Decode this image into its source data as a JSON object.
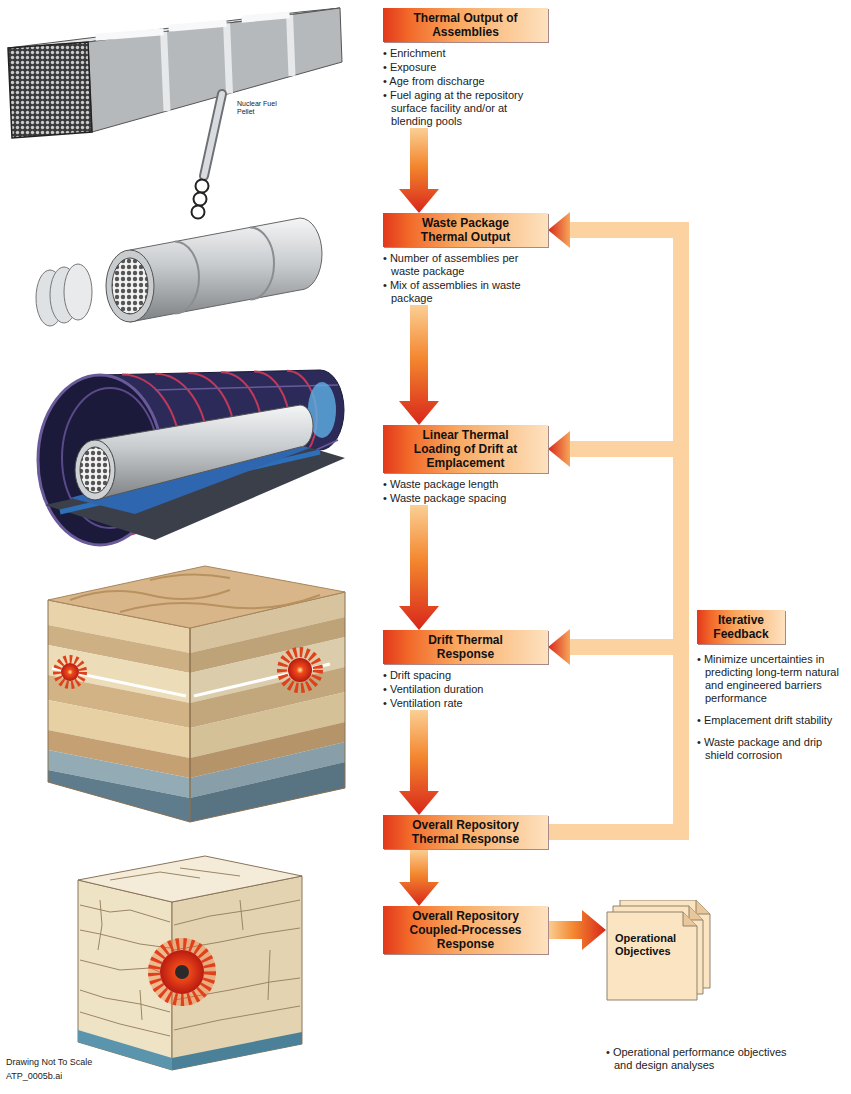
{
  "diagram": {
    "nodes": [
      {
        "text": [
          "Thermal Output of Assemblies",
          "• Enrichment",
          "• Exposure",
          "• Age from discharge",
          "• Fuel aging at the repository surface facility and/or at blending pools"
        ]
      },
      {
        "text": [
          "Waste Package Thermal Output",
          "• Number of assemblies per waste package",
          "• Mix of assemblies in waste package"
        ]
      },
      {
        "text": [
          "Linear Thermal Loading of Drift at Emplacement",
          "• Waste package length",
          "• Waste package spacing"
        ]
      },
      {
        "text": [
          "Drift Thermal Response",
          "• Drift spacing",
          "• Ventilation duration",
          "• Ventilation rate"
        ]
      },
      {
        "text": [
          "Overall Repository Thermal Response"
        ]
      },
      {
        "text": [
          "Overall Repository Coupled-Processes Response"
        ]
      },
      {
        "text": [
          "Iterative Feedback",
          "• Minimize uncertainties in predicting long-term natural and engineered barriers performance",
          "• Emplacement drift stability",
          "• Waste package and drip shield corrosion"
        ]
      },
      {
        "text": [
          "Operational Objectives",
          "• Operational performance objectives and design analyses"
        ]
      }
    ],
    "edges": [
      {
        "from": 0,
        "to": 1,
        "arrow": "to"
      },
      {
        "from": 1,
        "to": 2,
        "arrow": "to"
      },
      {
        "from": 2,
        "to": 3,
        "arrow": "to"
      },
      {
        "from": 3,
        "to": 4,
        "arrow": "to"
      },
      {
        "from": 4,
        "to": 5,
        "arrow": "to"
      },
      {
        "from": 5,
        "to": 7,
        "arrow": "to"
      },
      {
        "from": 4,
        "to": 1,
        "arrow": "to"
      },
      {
        "from": 4,
        "to": 2,
        "arrow": "to"
      },
      {
        "from": 4,
        "to": 3,
        "arrow": "to"
      }
    ],
    "labels": [
      "Nuclear Fuel Pellet",
      "Drawing Not To Scale",
      "ATP_0005b.ai"
    ]
  }
}
